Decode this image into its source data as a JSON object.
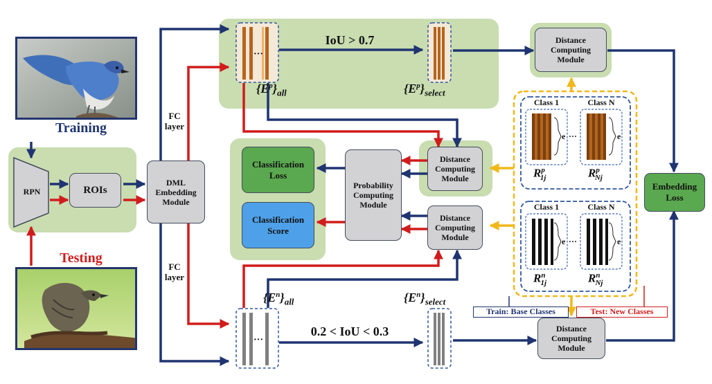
{
  "stages": {
    "training": "Training",
    "testing": "Testing"
  },
  "modules": {
    "rpn": "RPN",
    "rois": "ROIs",
    "dml": [
      "DML",
      "Embedding",
      "Module"
    ],
    "fc_top": [
      "FC",
      "layer"
    ],
    "fc_bottom": [
      "FC",
      "layer"
    ],
    "distance_top": [
      "Distance",
      "Computing",
      "Module"
    ],
    "distance_mid_pos": [
      "Distance",
      "Computing",
      "Module"
    ],
    "distance_mid_neg": [
      "Distance",
      "Computing",
      "Module"
    ],
    "distance_bottom": [
      "Distance",
      "Computing",
      "Module"
    ],
    "probability": [
      "Probability",
      "Computing",
      "Module"
    ],
    "classification_loss": [
      "Classification",
      "Loss"
    ],
    "classification_score": [
      "Classification",
      "Score"
    ],
    "embedding_loss": [
      "Embedding",
      "Loss"
    ]
  },
  "embeddings": {
    "pos_all": {
      "base": "{E",
      "sup": "p",
      "tail": "}",
      "sub": "all"
    },
    "pos_select": {
      "base": "{E",
      "sup": "p",
      "tail": "}",
      "sub": "select"
    },
    "neg_all": {
      "base": "{E",
      "sup": "n",
      "tail": "}",
      "sub": "all"
    },
    "neg_select": {
      "base": "{E",
      "sup": "n",
      "tail": "}",
      "sub": "select"
    },
    "iou_pos": "IoU > 0.7",
    "iou_neg": "0.2 < IoU < 0.3"
  },
  "representatives": {
    "class1": "Class 1",
    "classN": "Class N",
    "e": "e",
    "dots": "···",
    "r_p_1j": {
      "sup": "p",
      "sub": "1j"
    },
    "r_p_Nj": {
      "sup": "p",
      "sub": "Nj"
    },
    "r_n_1j": {
      "sup": "n",
      "sub": "1j"
    },
    "r_n_Nj": {
      "sup": "n",
      "sub": "Nj"
    },
    "train_label": "Train: Base Classes",
    "test_label": "Test: New Classes"
  },
  "colors": {
    "navy": "#1f3470",
    "red": "#d01c1c",
    "yellow": "#f1b81a",
    "green_region": "#c9ddb0",
    "dark_green": "#5aa84f",
    "blue_box": "#4ea1e8",
    "brown_bar": "#b5651d",
    "gray_bar": "#808080"
  }
}
